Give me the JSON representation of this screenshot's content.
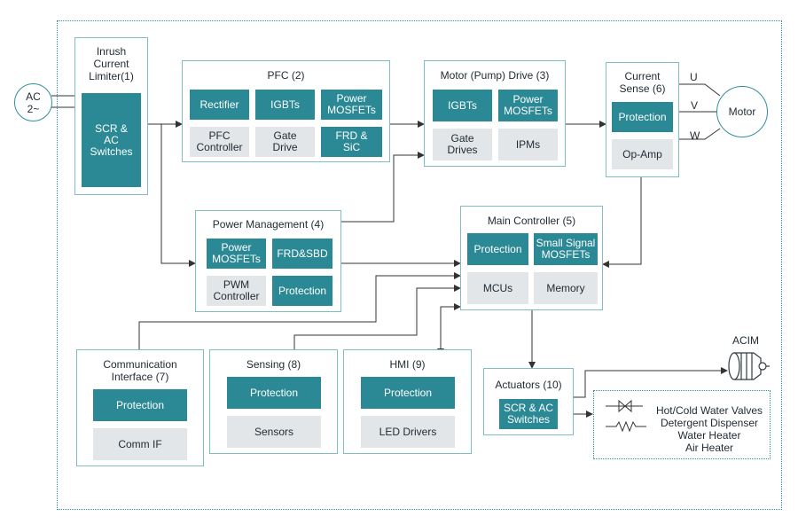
{
  "source": {
    "label": "AC\n2~"
  },
  "inrush": {
    "title": "Inrush\nCurrent\nLimiter(1)",
    "chip": "SCR &\nAC\nSwitches"
  },
  "pfc": {
    "title": "PFC (2)",
    "chips": [
      "Rectifier",
      "IGBTs",
      "Power\nMOSFETs",
      "PFC\nController",
      "Gate\nDrive",
      "FRD &\nSiC"
    ]
  },
  "motor_drive": {
    "title": "Motor (Pump) Drive (3)",
    "chips": [
      "IGBTs",
      "Power\nMOSFETs",
      "Gate\nDrives",
      "IPMs"
    ]
  },
  "current_sense": {
    "title": "Current\nSense (6)",
    "chips": [
      "Protection",
      "Op-Amp"
    ]
  },
  "motor": {
    "label": "Motor",
    "phases": [
      "U",
      "V",
      "W"
    ]
  },
  "power_mgmt": {
    "title": "Power Management (4)",
    "chips": [
      "Power\nMOSFETs",
      "FRD&SBD",
      "PWM\nController",
      "Protection"
    ]
  },
  "main_controller": {
    "title": "Main Controller (5)",
    "chips": [
      "Protection",
      "Small Signal\nMOSFETs",
      "MCUs",
      "Memory"
    ]
  },
  "comm": {
    "title": "Communication\nInterface (7)",
    "chips": [
      "Protection",
      "Comm IF"
    ]
  },
  "sensing": {
    "title": "Sensing (8)",
    "chips": [
      "Protection",
      "Sensors"
    ]
  },
  "hmi": {
    "title": "HMI (9)",
    "chips": [
      "Protection",
      "LED Drivers"
    ]
  },
  "actuators": {
    "title": "Actuators (10)",
    "chip": "SCR & AC\nSwitches"
  },
  "acim": {
    "label": "ACIM"
  },
  "loads": {
    "items": [
      "Hot/Cold Water Valves",
      "Detergent Dispenser",
      "Water Heater",
      "Air Heater"
    ]
  },
  "colors": {
    "teal": "#2a8994",
    "gray": "#e3e6e9",
    "border": "#7fbcc4",
    "line": "#333333"
  }
}
